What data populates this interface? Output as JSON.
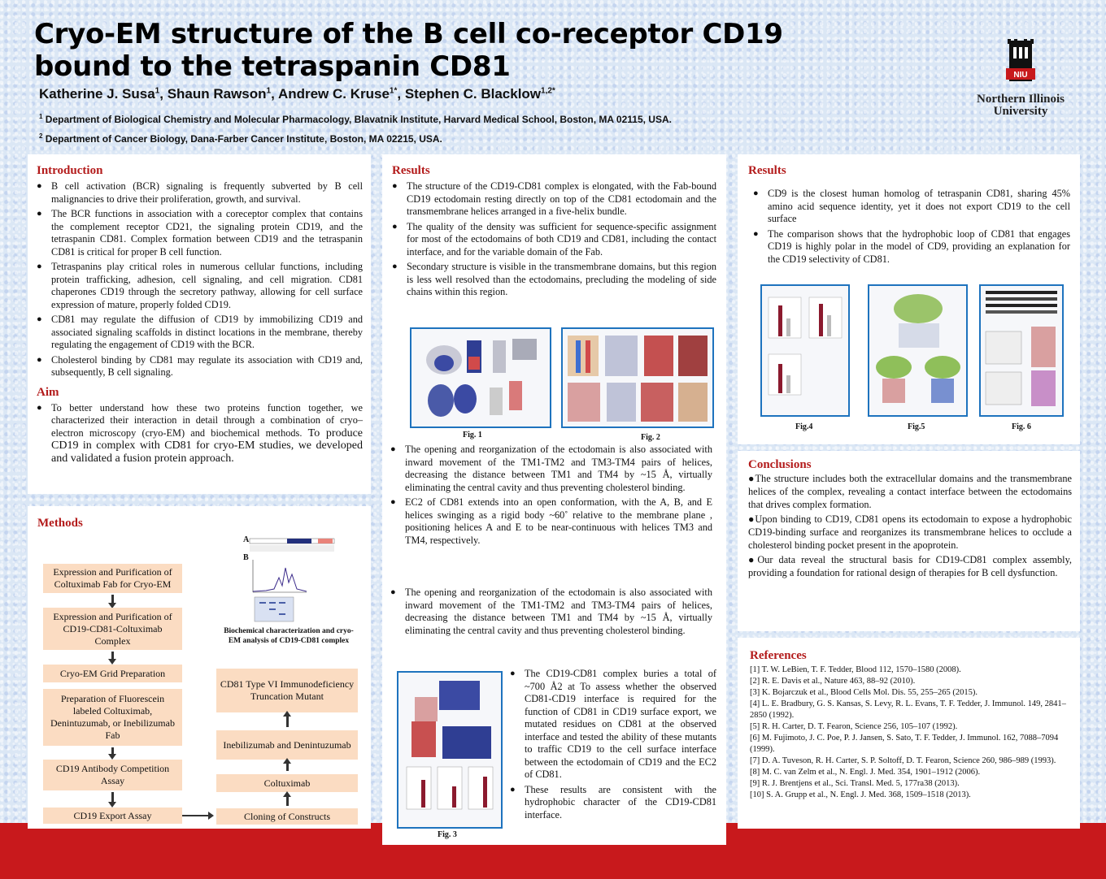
{
  "header": {
    "title_line1": "Cryo-EM structure of the B cell co-receptor CD19",
    "title_line2": "bound to the tetraspanin CD81",
    "authors": [
      {
        "name": "Katherine J. Susa",
        "sup": "1"
      },
      {
        "name": "Shaun Rawson",
        "sup": "1"
      },
      {
        "name": "Andrew C. Kruse",
        "sup": "1*"
      },
      {
        "name": "Stephen C. Blacklow",
        "sup": "1,2*"
      }
    ],
    "affiliation1_num": "1",
    "affiliation1": "Department of Biological Chemistry and Molecular Pharmacology, Blavatnik Institute, Harvard Medical School, Boston, MA 02115, USA.",
    "affiliation2_num": "2",
    "affiliation2": "Department of Cancer Biology, Dana-Farber Cancer Institute, Boston, MA 02215, USA."
  },
  "logo": {
    "badge": "NIU",
    "line1": "Northern Illinois",
    "line2": "University"
  },
  "introduction": {
    "heading": "Introduction",
    "bullets": [
      "B cell activation (BCR) signaling is frequently subverted by B cell malignancies to drive their proliferation, growth, and survival.",
      "The BCR functions in association with a coreceptor complex that contains the complement receptor CD21, the signaling protein CD19, and the tetraspanin CD81. Complex formation between CD19 and the tetraspanin CD81 is critical for proper B cell function.",
      "Tetraspanins play critical roles in numerous cellular functions, including protein trafficking, adhesion, cell signaling, and cell migration. CD81 chaperones CD19 through the secretory pathway, allowing for cell surface expression of mature, properly folded CD19.",
      "CD81 may regulate the diffusion of CD19 by immobilizing CD19 and associated signaling scaffolds in distinct locations in the membrane, thereby regulating the engagement of CD19 with the BCR.",
      "Cholesterol binding by CD81 may regulate its association with CD19 and, subsequently, B cell signaling."
    ]
  },
  "aim": {
    "heading": "Aim",
    "bullet_part1": "To better understand how these two proteins function together, we characterized their interaction in detail through a combination of cryo–electron microscopy (cryo-EM) and biochemical methods.",
    "bullet_part2": "To produce CD19 in complex with CD81 for cryo-EM studies, we developed and validated a fusion protein approach."
  },
  "methods": {
    "heading": "Methods",
    "left_steps": [
      "Expression and Purification of Coltuximab Fab for Cryo-EM",
      "Expression and Purification of CD19-CD81-Coltuximab Complex",
      "Cryo-EM Grid Preparation",
      "Preparation of Fluorescein labeled Coltuximab, Denintuzumab, or Inebilizumab Fab",
      "CD19 Antibody Competition Assay",
      "CD19 Export Assay"
    ],
    "right_steps": [
      "CD81 Type VI Immunodeficiency Truncation Mutant",
      "Inebilizumab and Denintuzumab",
      "Coltuximab",
      "Cloning of Constructs"
    ],
    "figure_caption": "Biochemical characterization and cryo-EM analysis of CD19-CD81 complex"
  },
  "results_mid": {
    "heading": "Results",
    "bullets_top": [
      "The structure of the CD19-CD81 complex is elongated, with the Fab-bound CD19 ectodomain resting directly on top of the CD81 ectodomain and the transmembrane helices arranged in a five-helix bundle.",
      "The quality of the density was sufficient for sequence-specific assignment for most of the ectodomains of both CD19 and CD81, including the contact interface, and for the variable domain of the Fab.",
      "Secondary structure is visible in the transmembrane domains, but this region is less well resolved than the ectodomains, precluding the modeling of side chains within this region."
    ],
    "fig1_caption": "Fig. 1",
    "fig2_caption": "Fig. 2",
    "bullets_middle": [
      "The opening and reorganization of the ectodomain is also associated with inward movement of the TM1-TM2 and TM3-TM4 pairs of helices, decreasing the distance between TM1 and TM4 by ~15 Å, virtually eliminating the central cavity and thus preventing cholesterol binding.",
      "EC2 of CD81 extends into an open conformation, with the A, B, and E helices swinging as a rigid body ~60˚  relative to the membrane plane , positioning helices A and E to be near-continuous with helices TM3 and TM4, respectively."
    ],
    "bullets_lower": [
      "The opening and reorganization of the ectodomain is also associated with inward movement of the TM1-TM2 and TM3-TM4 pairs of helices, decreasing the distance between TM1 and TM4 by ~15 Å, virtually eliminating the central cavity and thus preventing cholesterol binding."
    ],
    "bullets_bottom": [
      "The CD19-CD81 complex buries a total of ~700 Å2 at To assess whether the observed CD81-CD19 interface is required for the function of CD81 in CD19 surface export, we mutated residues on CD81 at the observed interface and tested the ability of these mutants to traffic CD19 to the cell surface interface between the ectodomain of CD19 and the EC2 of CD81.",
      "These results are consistent with the hydrophobic character of the CD19-CD81 interface."
    ],
    "fig3_caption": "Fig. 3"
  },
  "results_right": {
    "heading": "Results",
    "bullets": [
      "CD9 is the closest human homolog of tetraspanin CD81, sharing 45% amino acid sequence identity, yet it does not export CD19 to the cell surface",
      "The comparison shows that the hydrophobic loop of CD81 that engages CD19 is highly polar in the model of CD9, providing an explanation for the CD19 selectivity of CD81."
    ],
    "fig4_caption": "Fig.4",
    "fig5_caption": "Fig.5",
    "fig6_caption": "Fig. 6"
  },
  "conclusions": {
    "heading": "Conclusions",
    "items": [
      "The structure includes both the extracellular domains and the transmembrane helices of the complex, revealing a contact interface between the ectodomains that drives complex formation.",
      "Upon binding to CD19, CD81 opens its ectodomain to expose a hydrophobic CD19-binding surface and reorganizes its transmembrane helices to occlude a cholesterol binding pocket present in the apoprotein.",
      "Our data reveal the structural basis for CD19-CD81 complex assembly, providing a foundation for rational design of therapies for B cell dysfunction."
    ]
  },
  "references": {
    "heading": "References",
    "items": [
      "[1] T. W. LeBien, T. F. Tedder, Blood 112, 1570–1580 (2008).",
      "[2] R. E. Davis et al., Nature 463, 88–92 (2010).",
      "[3] K. Bojarczuk et al., Blood Cells Mol. Dis. 55, 255–265 (2015).",
      "[4] L. E. Bradbury, G. S. Kansas, S. Levy, R. L. Evans, T. F. Tedder, J. Immunol. 149, 2841–2850 (1992).",
      "[5] R. H. Carter, D. T. Fearon, Science 256, 105–107 (1992).",
      "[6] M. Fujimoto, J. C. Poe, P. J. Jansen, S. Sato, T. F. Tedder, J. Immunol. 162, 7088–7094 (1999).",
      "[7] D. A. Tuveson, R. H. Carter, S. P. Soltoff, D. T. Fearon, Science 260, 986–989 (1993).",
      "[8] M. C. van Zelm et al., N. Engl. J. Med. 354, 1901–1912 (2006).",
      "[9] R. J. Brentjens et al., Sci. Transl. Med. 5, 177ra38 (2013).",
      "[10] S. A. Grupp et al., N. Engl. J. Med. 368, 1509–1518 (2013)."
    ]
  },
  "colors": {
    "heading_red": "#b31b1b",
    "band_red": "#c8191c",
    "figure_border": "#1e73be",
    "method_box": "#fbdcc2"
  }
}
